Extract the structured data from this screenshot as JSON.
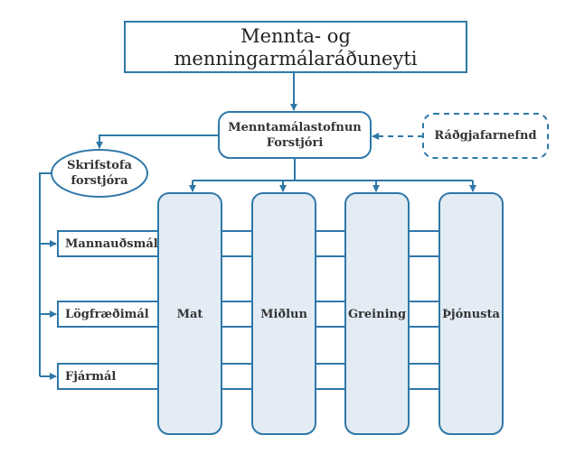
{
  "diagram": {
    "type": "org-chart",
    "colors": {
      "stroke": "#2f78a8",
      "column_fill": "#e3ecf4",
      "text": "#2b2b2b",
      "background": "#ffffff"
    },
    "nodes": {
      "ministry": {
        "line1": "Mennta- og",
        "line2": "menningarmálaráðuneyti"
      },
      "director": {
        "line1": "Menntamálastofnun",
        "line2": "Forstjóri"
      },
      "advisory": {
        "label": "Ráðgjafarnefnd",
        "style": "dashed"
      },
      "office": {
        "line1": "Skrifstofa",
        "line2": "forstjóra"
      },
      "columns": [
        {
          "label": "Mat"
        },
        {
          "label": "Miðlun"
        },
        {
          "label": "Greining"
        },
        {
          "label": "Þjónusta"
        }
      ],
      "support_units": [
        {
          "label": "Mannauðsmál"
        },
        {
          "label": "Lögfræðimál"
        },
        {
          "label": "Fjármál"
        }
      ]
    },
    "edges": [
      {
        "from": "ministry",
        "to": "director",
        "style": "solid"
      },
      {
        "from": "advisory",
        "to": "director",
        "style": "dashed"
      },
      {
        "from": "director",
        "to": "office",
        "style": "solid"
      },
      {
        "from": "director",
        "to": "Mat",
        "style": "solid"
      },
      {
        "from": "director",
        "to": "Miðlun",
        "style": "solid"
      },
      {
        "from": "director",
        "to": "Greining",
        "style": "solid"
      },
      {
        "from": "director",
        "to": "Þjónusta",
        "style": "solid"
      },
      {
        "from": "office",
        "to": "Mannauðsmál",
        "style": "solid"
      },
      {
        "from": "office",
        "to": "Lögfræðimál",
        "style": "solid"
      },
      {
        "from": "office",
        "to": "Fjármál",
        "style": "solid"
      }
    ]
  }
}
